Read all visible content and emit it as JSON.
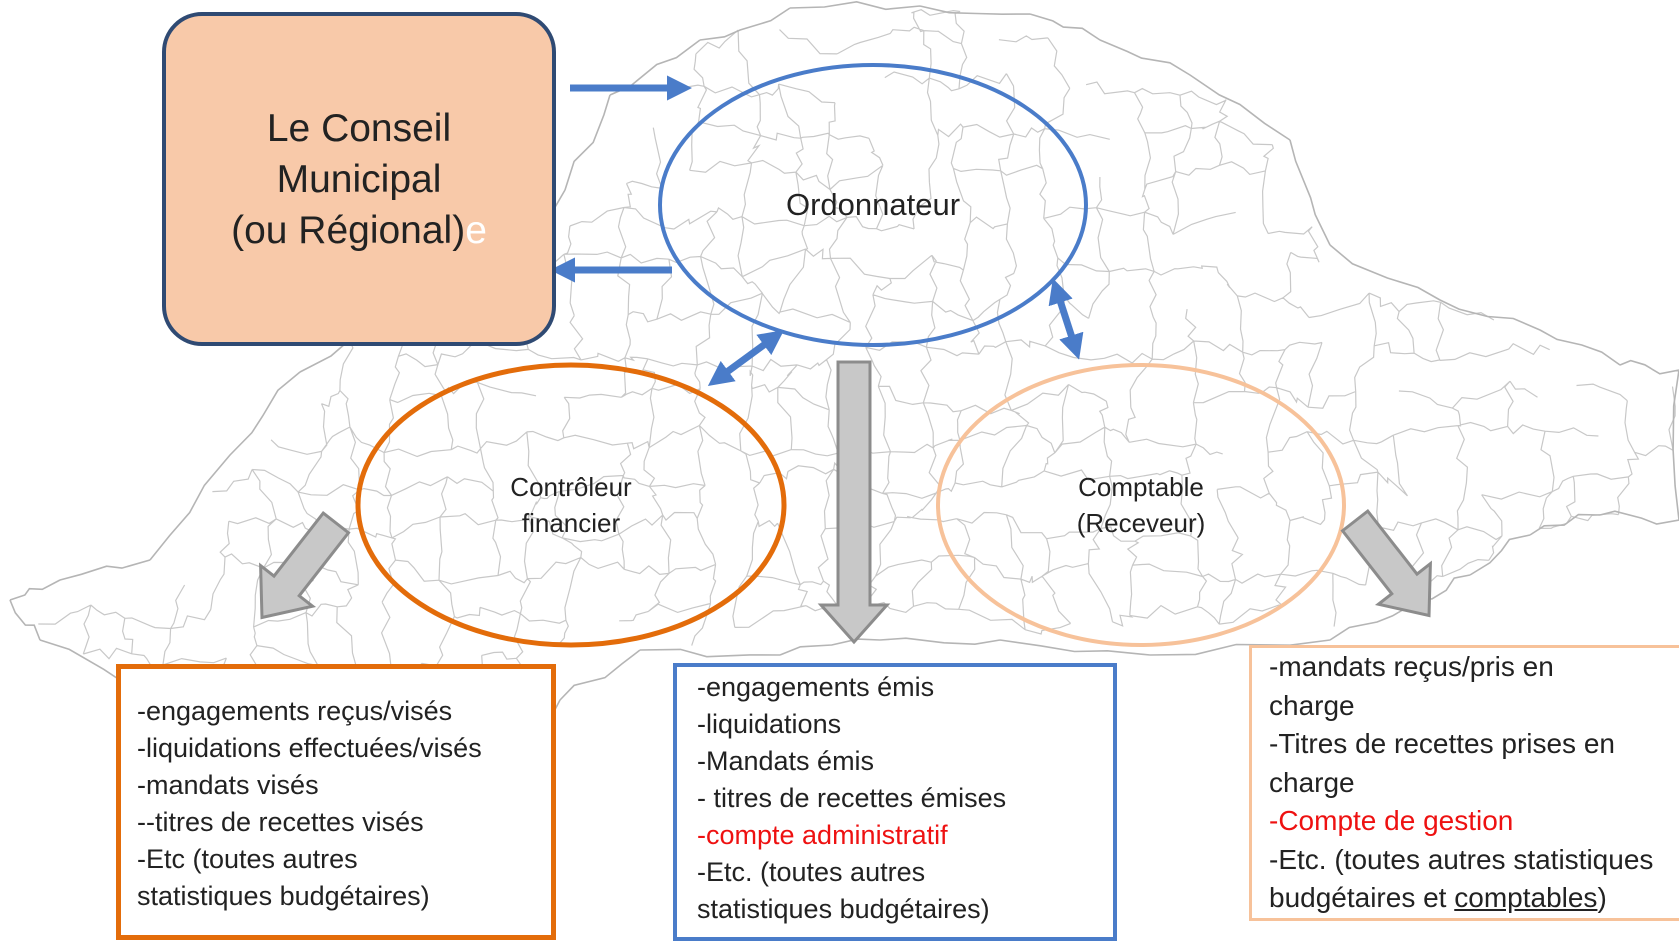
{
  "colors": {
    "council_fill": "#F8C9A9",
    "council_border": "#2F4A73",
    "ordonnateur": "#4A7CC9",
    "controleur": "#E36C0A",
    "comptable": "#F7C29A",
    "highlight_red": "#EE1111",
    "down_arrow_fill": "#C8C8C8",
    "down_arrow_stroke": "#8C8C8C",
    "map_lines": "#C8C8C8"
  },
  "council": {
    "line1": "Le Conseil",
    "line2": "Municipal",
    "line3": "(ou Régional)",
    "line3_ghost": "e"
  },
  "ordonnateur": {
    "label": "Ordonnateur"
  },
  "controleur": {
    "line1": "Contrôleur",
    "line2": "financier"
  },
  "comptable": {
    "line1": "Comptable",
    "line2": "(Receveur)"
  },
  "left_box": {
    "lines": [
      "-engagements  reçus/visés",
      "-liquidations  effectuées/visés",
      "-mandats visés",
      "--titres de recettes visés",
      "-Etc (toutes autres",
      "statistiques budgétaires)"
    ]
  },
  "middle_box": {
    "lines": [
      "-engagements  émis",
      "-liquidations",
      "-Mandats émis",
      "- titres de recettes émises",
      "-compte administratif",
      "-Etc. (toutes autres",
      "statistiques budgétaires)"
    ]
  },
  "right_box": {
    "lines": [
      "-mandats reçus/pris en",
      "charge",
      "-Titres de recettes prises en",
      "charge",
      "-Compte de gestion",
      "-Etc. (toutes autres statistiques"
    ],
    "last_prefix": "budgétaires et ",
    "last_underlined": "comptables",
    "last_suffix": ")"
  },
  "icons": {
    "council_to_ordonnateur": "arrow-right-icon",
    "ordonnateur_to_council": "arrow-left-icon",
    "ordonnateur_controleur": "double-arrow-icon",
    "ordonnateur_comptable": "double-arrow-icon",
    "down_arrows": "block-arrow-down-icon"
  }
}
